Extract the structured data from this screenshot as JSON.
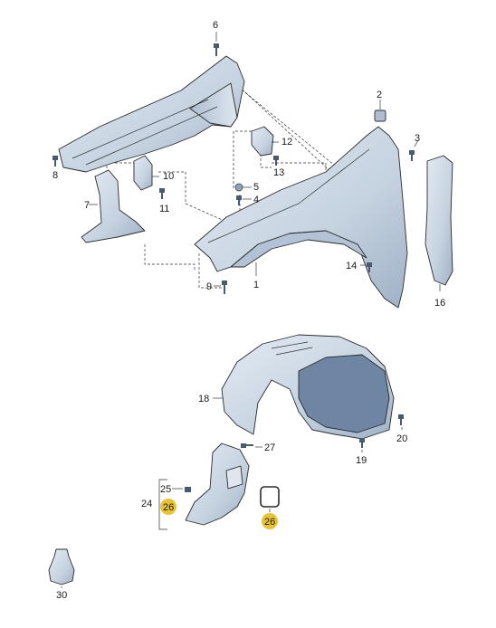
{
  "labels": {
    "l1": "1",
    "l2": "2",
    "l3": "3",
    "l4": "4",
    "l5": "5",
    "l6": "6",
    "l7": "7",
    "l8": "8",
    "l9": "9",
    "l10": "10",
    "l11": "11",
    "l12": "12",
    "l13": "13",
    "l14": "14",
    "l16": "16",
    "l18": "18",
    "l19": "19",
    "l20": "20",
    "l24": "24",
    "l25": "25",
    "l26a": "26",
    "l26b": "26",
    "l27": "27",
    "l30": "30"
  },
  "colors": {
    "part_fill": "#c7d3e1",
    "part_dark": "#8fa3ba",
    "highlight": "#e8c33a",
    "label": "#1a1a1a"
  }
}
